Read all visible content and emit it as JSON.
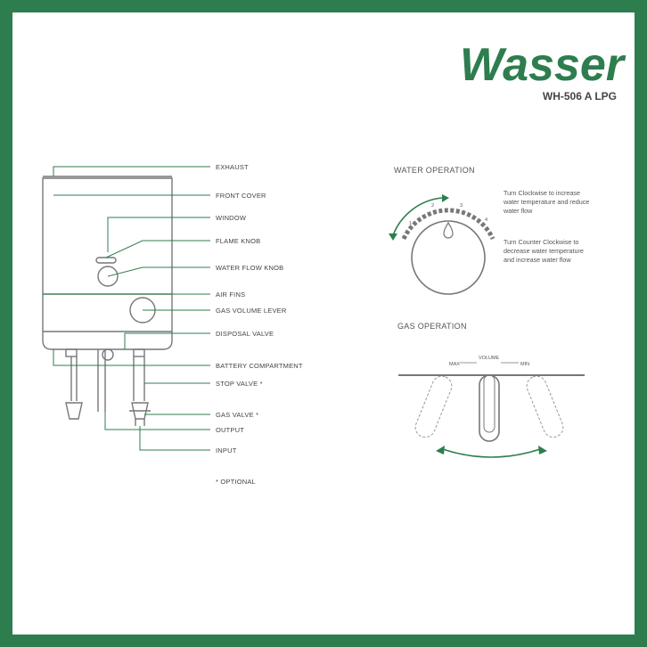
{
  "brand": {
    "name": "Wasser",
    "model": "WH-506 A LPG",
    "color": "#2e7d4f"
  },
  "diagram": {
    "labels": [
      "EXHAUST",
      "FRONT COVER",
      "WINDOW",
      "FLAME KNOB",
      "WATER FLOW KNOB",
      "AIR FINS",
      "GAS VOLUME LEVER",
      "DISPOSAL VALVE",
      "BATTERY COMPARTMENT",
      "STOP VALVE *",
      "GAS VALVE *",
      "OUTPUT",
      "INPUT"
    ],
    "optional_note": "* OPTIONAL"
  },
  "water_operation": {
    "title": "WATER OPERATION",
    "scale_marks": [
      "1",
      "2",
      "3",
      "4"
    ],
    "note_clockwise": [
      "Turn Clockwise to increase",
      "water temperature and reduce",
      "water flow"
    ],
    "note_counter": [
      "Turn Counter Clockwise to",
      "decrease water temperature",
      "and increase water flow"
    ]
  },
  "gas_operation": {
    "title": "GAS OPERATION",
    "volume_label": "VOLUME",
    "max_label": "MAX",
    "min_label": "MIN"
  },
  "colors": {
    "green": "#2e7d4f",
    "line": "#777777"
  }
}
